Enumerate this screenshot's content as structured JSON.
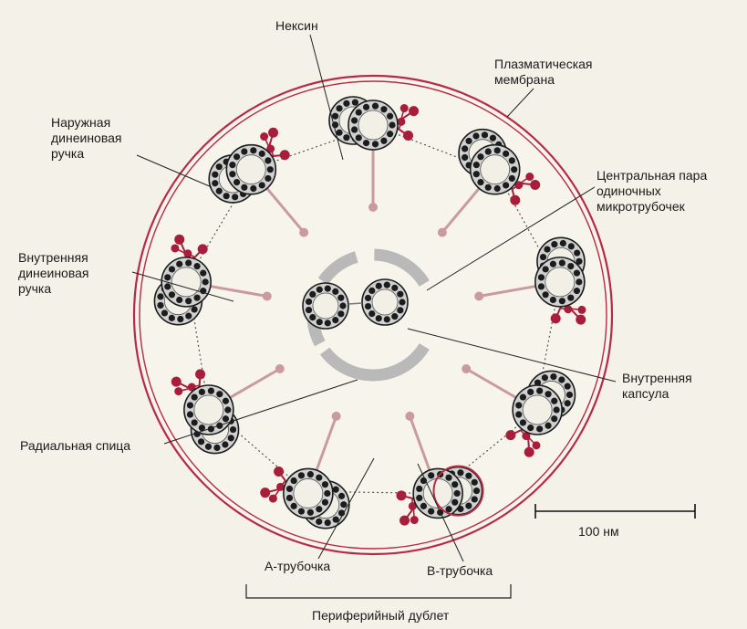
{
  "labels": {
    "nexin": "Нексин",
    "plasma_membrane": "Плазматическая\nмембрана",
    "outer_dynein_arm": "Наружная\nдинеиновая\nручка",
    "central_pair": "Центральная пара\nодиночных\nмикротрубочек",
    "inner_dynein_arm": "Внутренняя\nдинеиновая\nручка",
    "inner_sheath": "Внутренняя\nкапсула",
    "radial_spoke": "Радиальная спица",
    "scale_bar": "100 нм",
    "a_tubule": "А-трубочка",
    "b_tubule": "В-трубочка",
    "peripheral_doublet": "Периферийный дублет"
  },
  "colors": {
    "membrane": "#b52b45",
    "dynein": "#a81e3a",
    "spoke": "#c99aa0",
    "sheath": "#b9b9b9",
    "tubule_fill": "#cfd2d0",
    "subunit": "#1c1c1c",
    "background": "#f4f1e8"
  }
}
